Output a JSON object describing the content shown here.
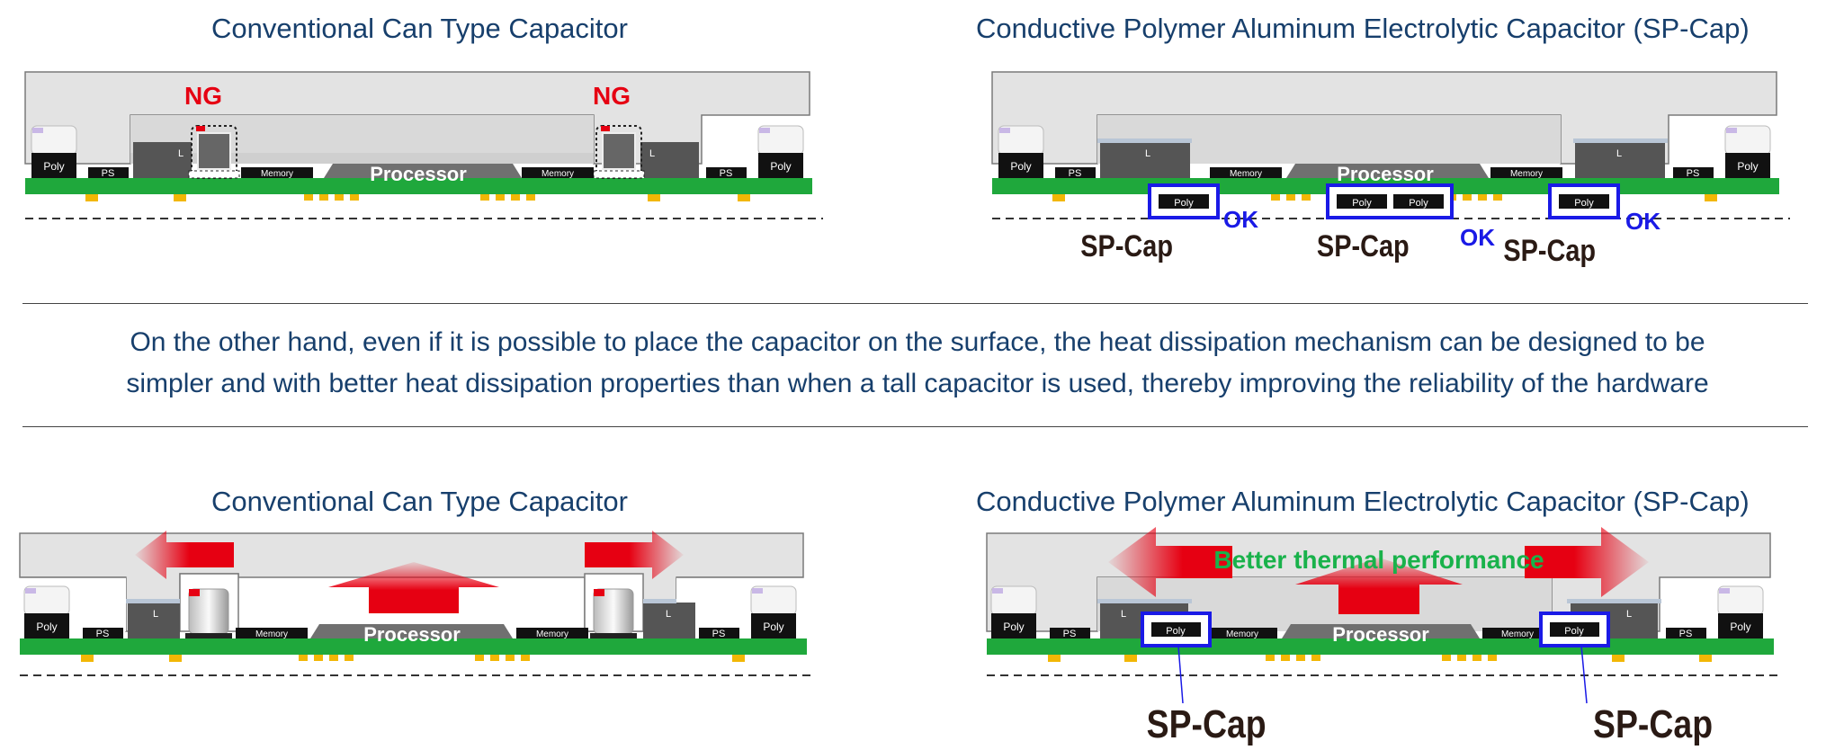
{
  "titles": {
    "top_left": "Conventional Can Type Capacitor",
    "top_right": "Conductive Polymer Aluminum Electrolytic Capacitor (SP-Cap)",
    "bottom_left": "Conventional Can Type Capacitor",
    "bottom_right": "Conductive Polymer Aluminum Electrolytic Capacitor (SP-Cap)"
  },
  "description": {
    "line1": "On the other hand, even if it is possible to place the capacitor on the surface, the heat dissipation mechanism can be designed to be",
    "line2": "simpler and with better heat dissipation properties than when a tall capacitor is used, thereby improving the reliability of the hardware"
  },
  "labels": {
    "processor": "Processor",
    "memory": "Memory",
    "poly": "Poly",
    "ps": "PS",
    "inductor": "L",
    "ng": "NG",
    "ok": "OK",
    "sp_cap": "SP-Cap",
    "better_thermal": "Better thermal performance"
  },
  "colors": {
    "title_text": "#173f6c",
    "board": "#1fa83c",
    "heatsink": "#e2e2e2",
    "ng": "#e60012",
    "ok": "#1a1ae6",
    "arrow": "#e60012",
    "better_thermal": "#19b24b"
  }
}
